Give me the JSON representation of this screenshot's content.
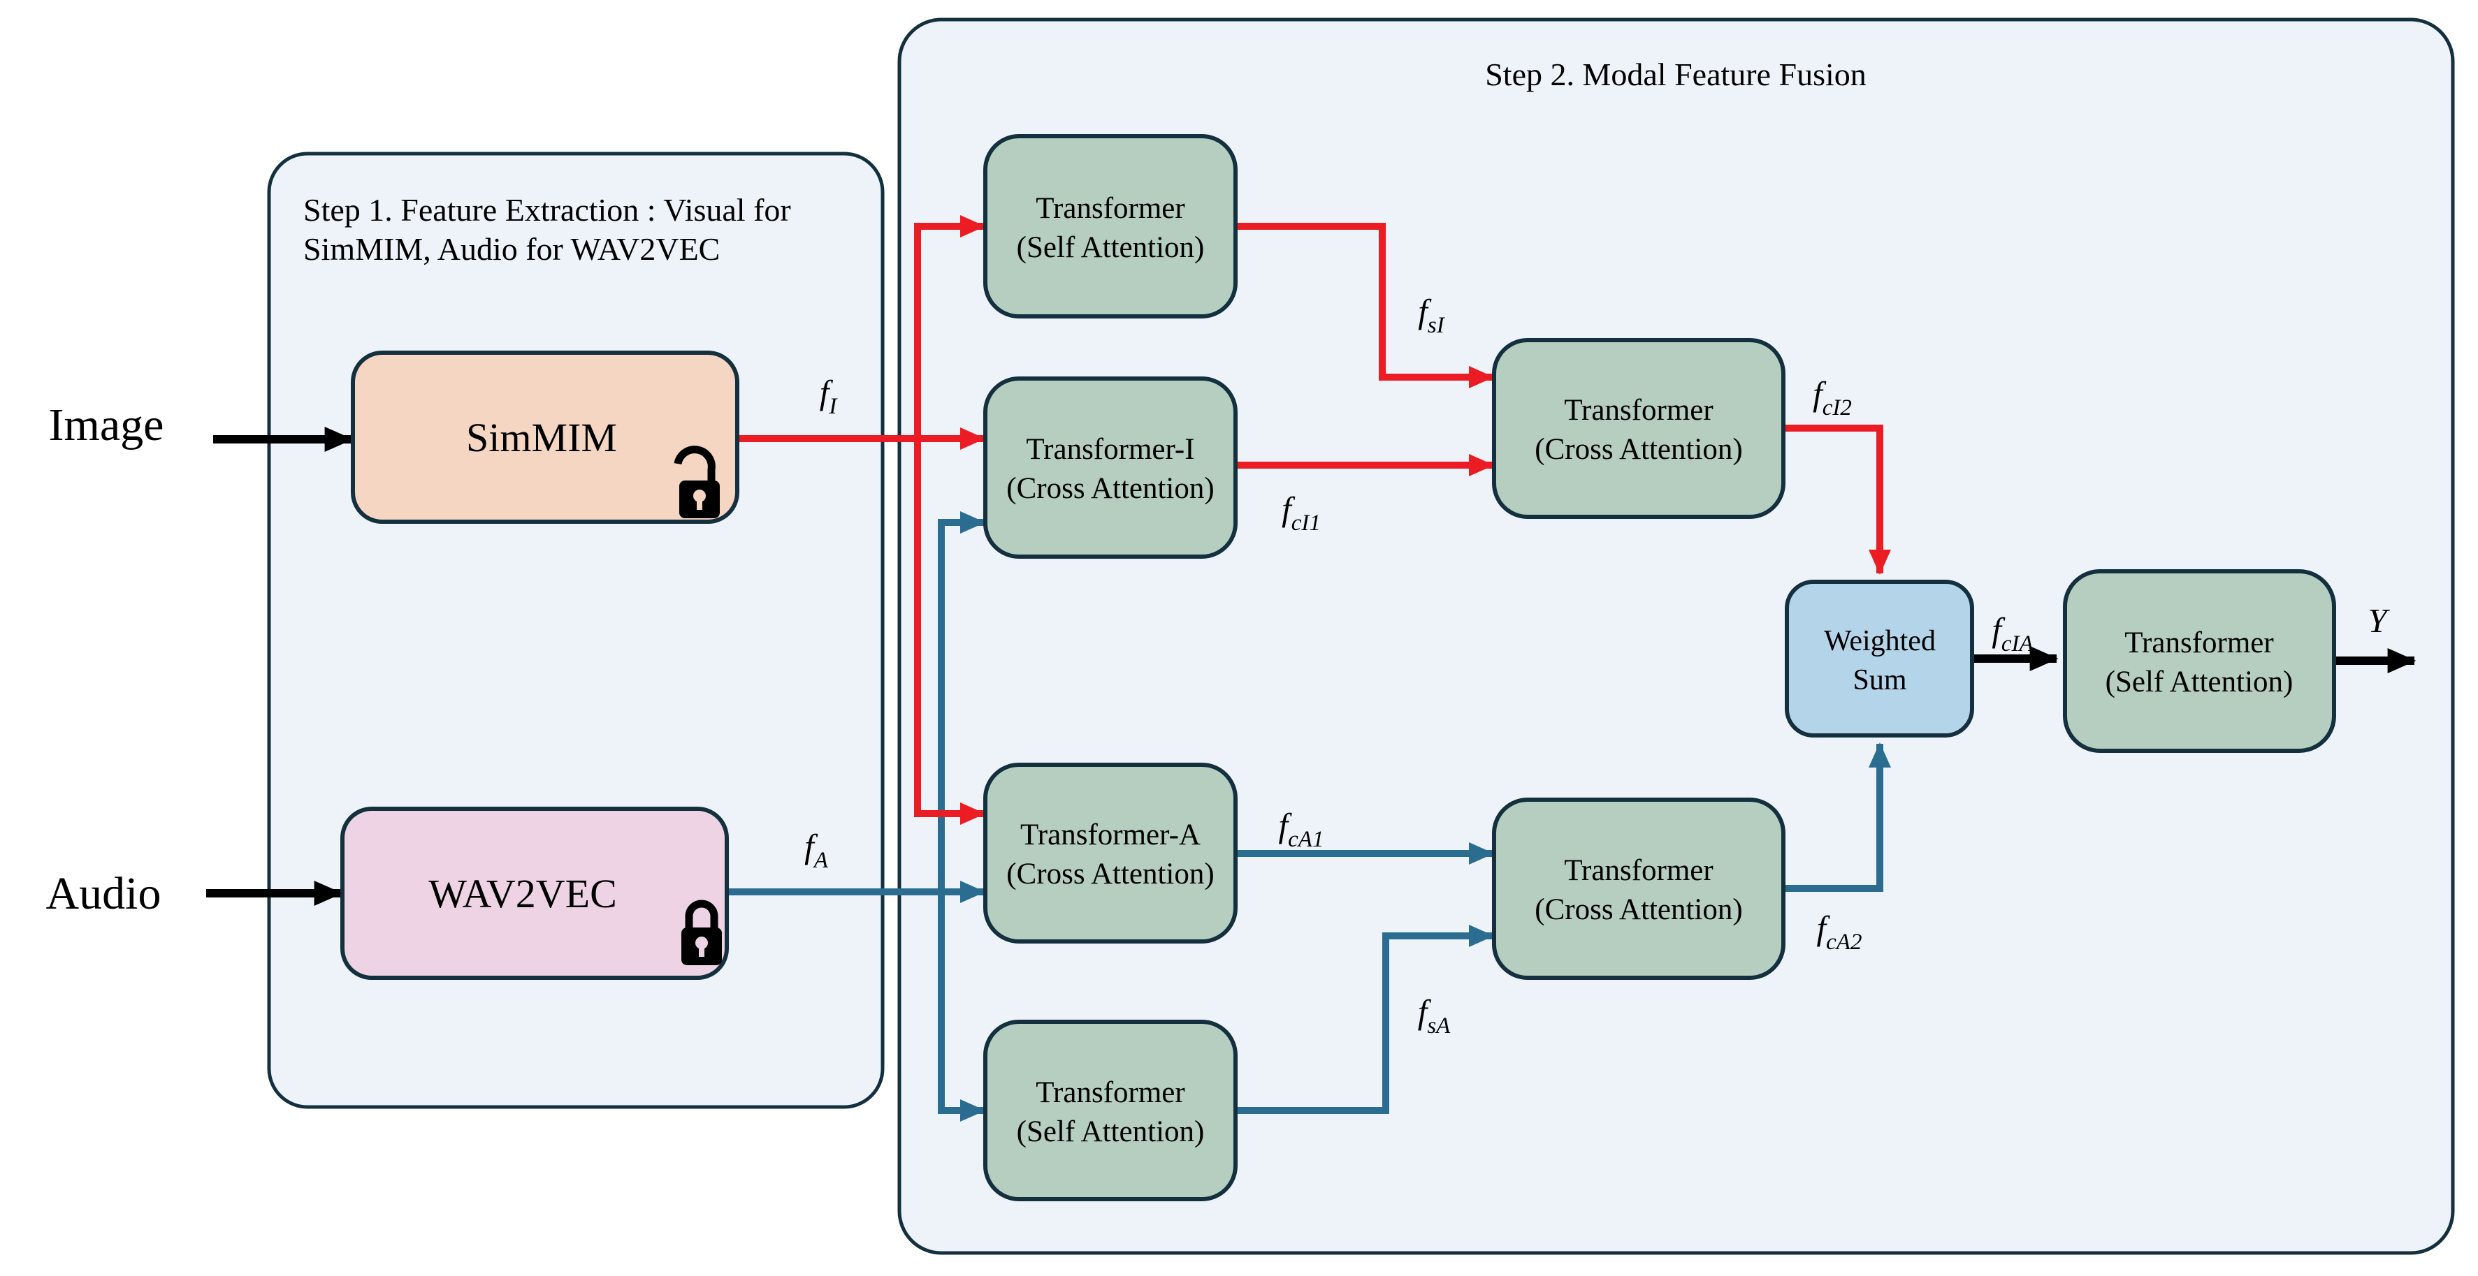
{
  "inputs": {
    "image_label": "Image",
    "audio_label": "Audio"
  },
  "step1": {
    "title_line1": "Step 1. Feature Extraction : Visual for",
    "title_line2": "SimMIM, Audio for WAV2VEC",
    "simmim_label": "SimMIM",
    "wav2vec_label": "WAV2VEC",
    "simmim_icon": "unlock-icon",
    "wav2vec_icon": "lock-icon"
  },
  "step2": {
    "title": "Step 2. Modal Feature Fusion",
    "boxes": {
      "self_attn_image": {
        "line1": "Transformer",
        "line2": "(Self Attention)"
      },
      "cross_attn_image": {
        "line1": "Transformer-I",
        "line2": "(Cross Attention)"
      },
      "cross_attn_audio": {
        "line1": "Transformer-A",
        "line2": "(Cross Attention)"
      },
      "self_attn_audio": {
        "line1": "Transformer",
        "line2": "(Self Attention)"
      },
      "fuse_cross_image": {
        "line1": "Transformer",
        "line2": "(Cross Attention)"
      },
      "fuse_cross_audio": {
        "line1": "Transformer",
        "line2": "(Cross Attention)"
      },
      "weighted_sum": {
        "line1": "Weighted",
        "line2": "Sum"
      },
      "final_self_attn": {
        "line1": "Transformer",
        "line2": "(Self Attention)"
      }
    }
  },
  "edge_labels": {
    "f_I": {
      "base": "f",
      "sub": "I"
    },
    "f_A": {
      "base": "f",
      "sub": "A"
    },
    "f_sI": {
      "base": "f",
      "sub": "sI"
    },
    "f_cI1": {
      "base": "f",
      "sub": "cI1"
    },
    "f_cI2": {
      "base": "f",
      "sub": "cI2"
    },
    "f_cA1": {
      "base": "f",
      "sub": "cA1"
    },
    "f_cA2": {
      "base": "f",
      "sub": "cA2"
    },
    "f_sA": {
      "base": "f",
      "sub": "sA"
    },
    "f_cIA": {
      "base": "f",
      "sub": "cIA"
    },
    "Y": {
      "base": "Y",
      "sub": ""
    }
  },
  "colors": {
    "panel_fill": "#edf3f9",
    "border_dark": "#14303f",
    "green_box": "#b5cec0",
    "peach_box": "#f4d6c2",
    "pink_box": "#edd3e3",
    "blue_box": "#b4d4e9",
    "red_path": "#ec1c24",
    "teal_path": "#2a6d90",
    "black_path": "#000000"
  }
}
